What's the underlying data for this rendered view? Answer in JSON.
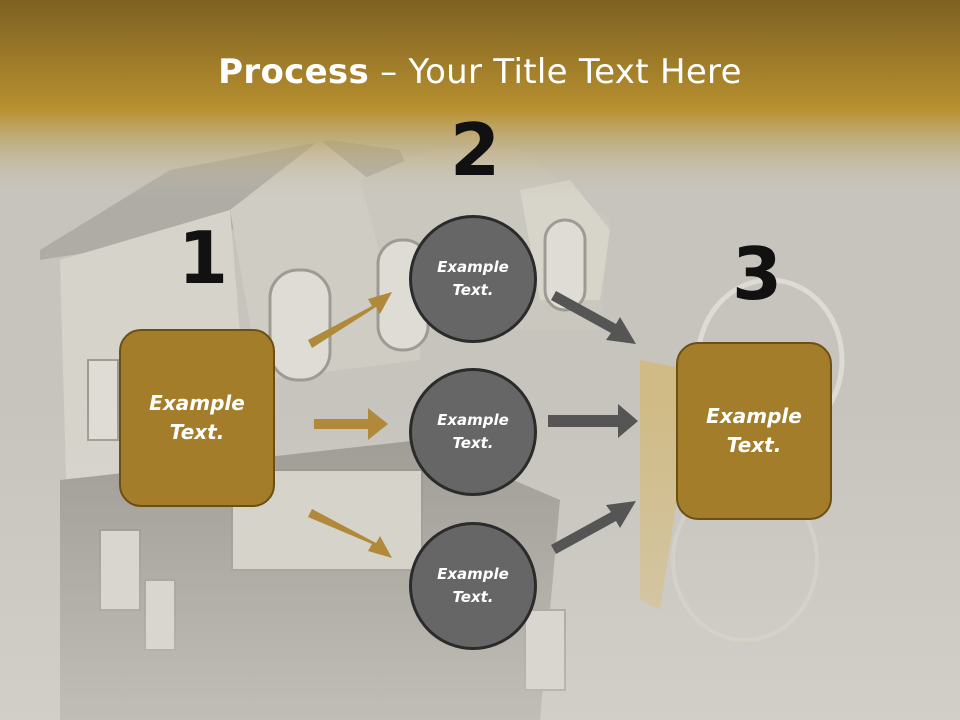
{
  "title": {
    "bold": "Process",
    "rest": " – Your Title Text Here"
  },
  "steps": {
    "one": "1",
    "two": "2",
    "three": "3"
  },
  "left_box": {
    "line1": "Example",
    "line2": "Text."
  },
  "right_box": {
    "line1": "Example",
    "line2": "Text."
  },
  "circles": [
    {
      "line1": "Example",
      "line2": "Text."
    },
    {
      "line1": "Example",
      "line2": "Text."
    },
    {
      "line1": "Example",
      "line2": "Text."
    }
  ],
  "colors": {
    "gold": "#a47d2a",
    "gold_arrow": "#b08a3a",
    "gray_arrow": "#555555",
    "circle": "#666666"
  }
}
